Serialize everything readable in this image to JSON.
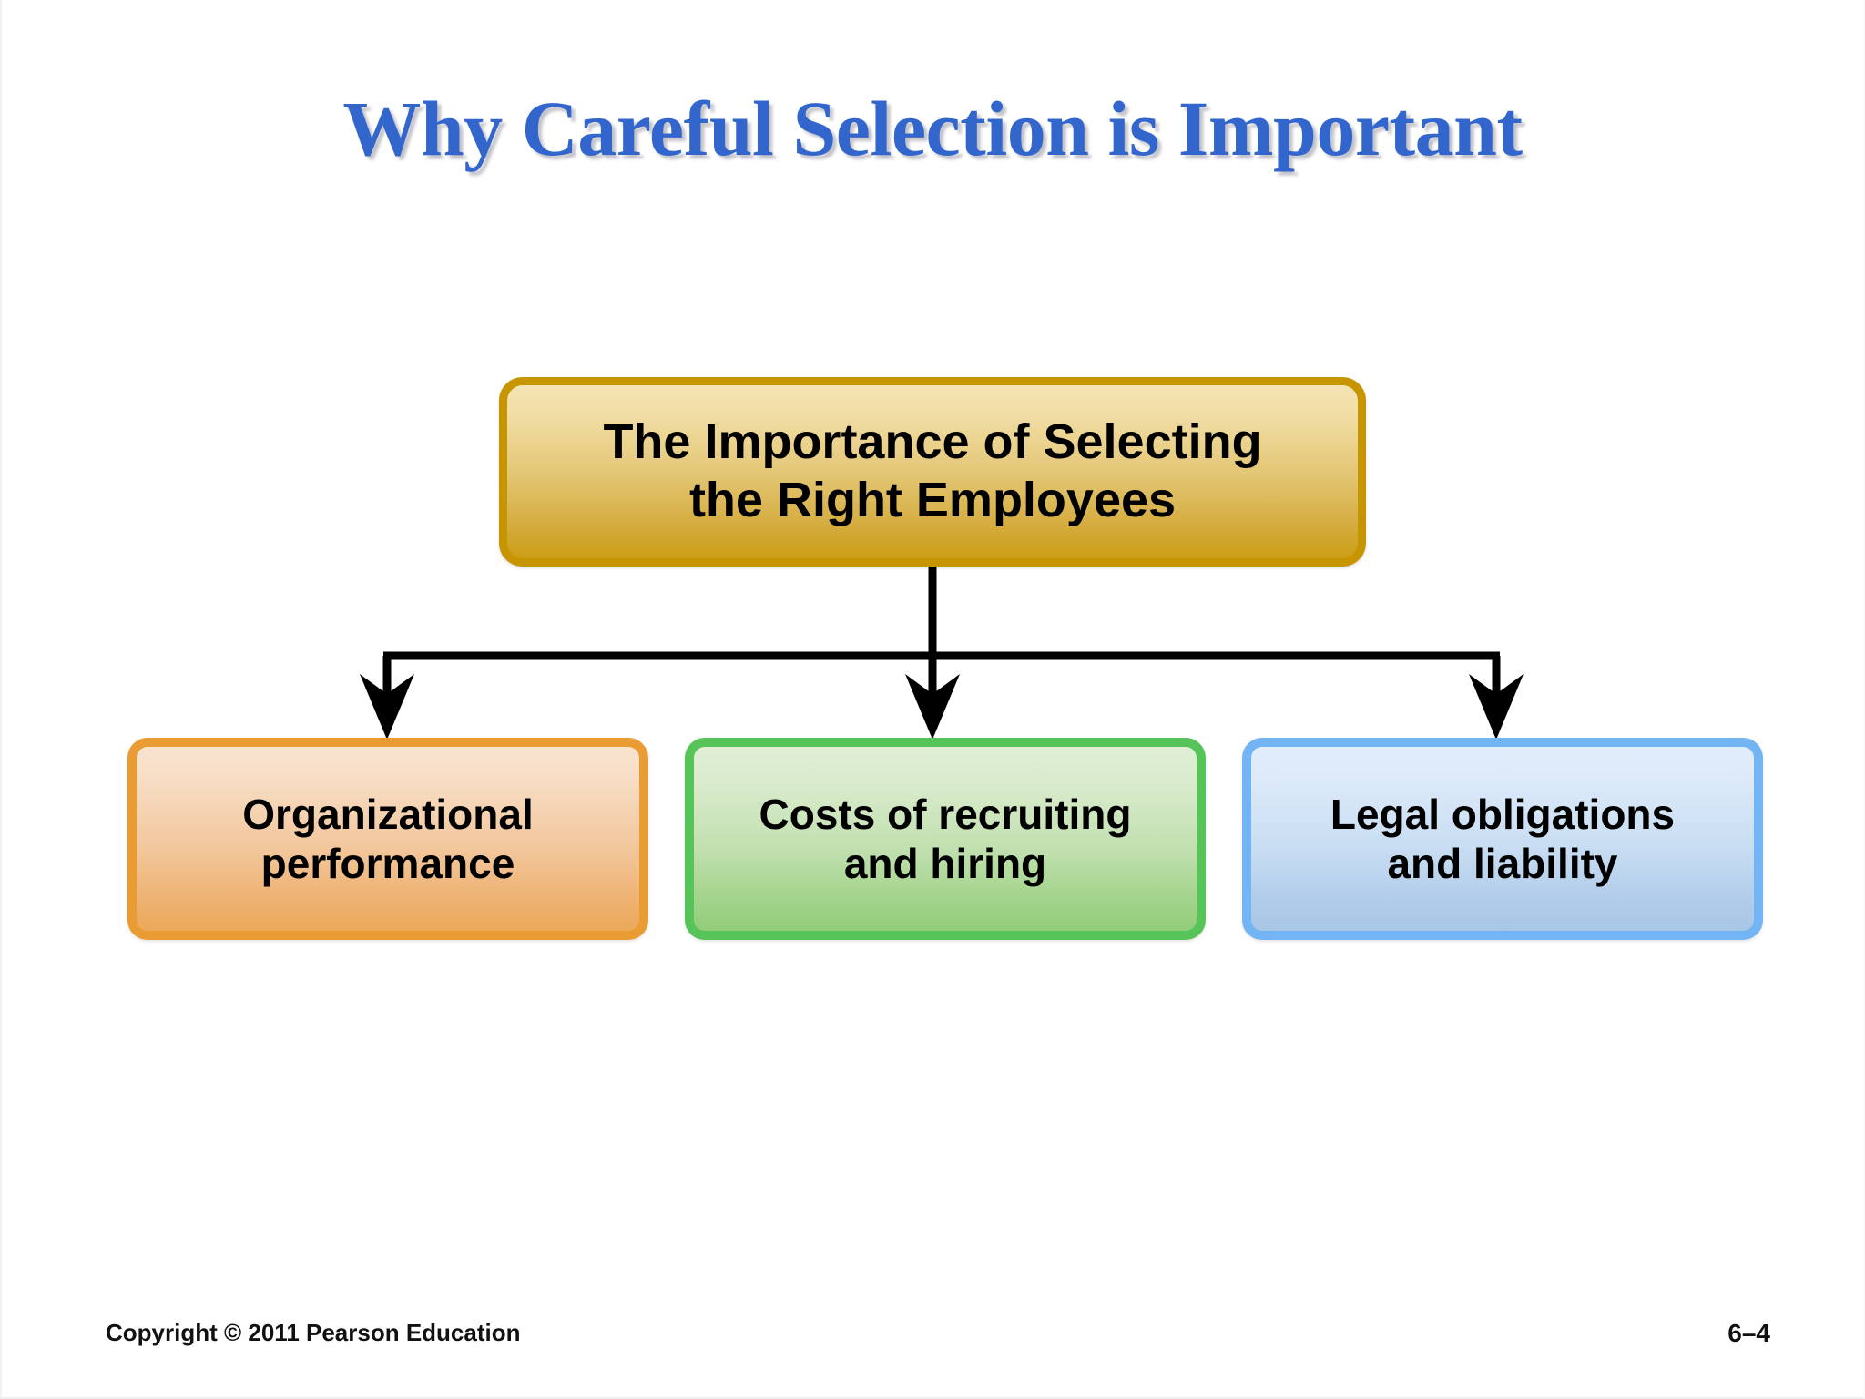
{
  "slide": {
    "title": "Why Careful Selection is Important",
    "title_color": "#3366CC",
    "background_color": "#FFFFFF"
  },
  "diagram": {
    "type": "hierarchy",
    "root": {
      "label": "The Importance of Selecting the Right Employees",
      "line1": "The Importance of Selecting",
      "line2": "the Right Employees",
      "fill_top_color": "#F4E4B4",
      "fill_bottom_color": "#CC9E17",
      "border_color": "#C79500"
    },
    "children": [
      {
        "label": "Organizational performance",
        "line1": "Organizational",
        "line2": "performance",
        "fill_top_color": "#F9E4D0",
        "fill_bottom_color": "#ECA959",
        "border_color": "#E89C33"
      },
      {
        "label": "Costs of recruiting and hiring",
        "line1": "Costs of recruiting",
        "line2": "and hiring",
        "fill_top_color": "#E0EFD6",
        "fill_bottom_color": "#92CD79",
        "border_color": "#56C459"
      },
      {
        "label": "Legal obligations and liability",
        "line1": "Legal obligations",
        "line2": "and liability",
        "fill_top_color": "#E1EDFB",
        "fill_bottom_color": "#A8C6E6",
        "border_color": "#72B4F4"
      }
    ],
    "connector_color": "#000000"
  },
  "footer": {
    "copyright": "Copyright © 2011 Pearson Education",
    "page_number": "6–4"
  }
}
